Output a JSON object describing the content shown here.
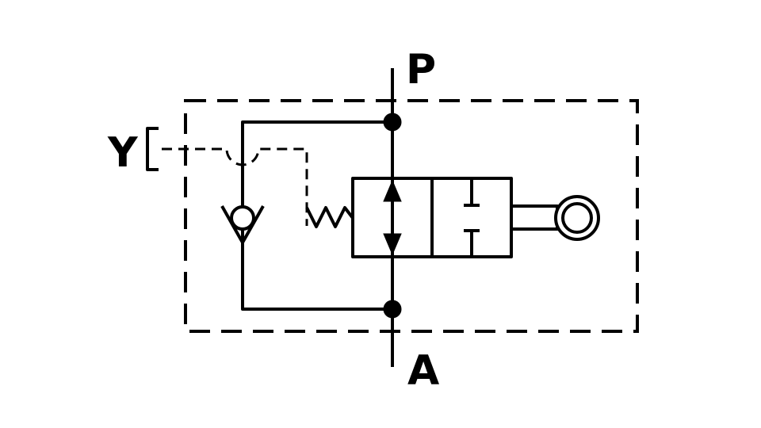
{
  "diagram": {
    "ports": {
      "p": "P",
      "a": "A",
      "y": "Y"
    },
    "colors": {
      "line": "#000000",
      "background": "#ffffff"
    }
  }
}
